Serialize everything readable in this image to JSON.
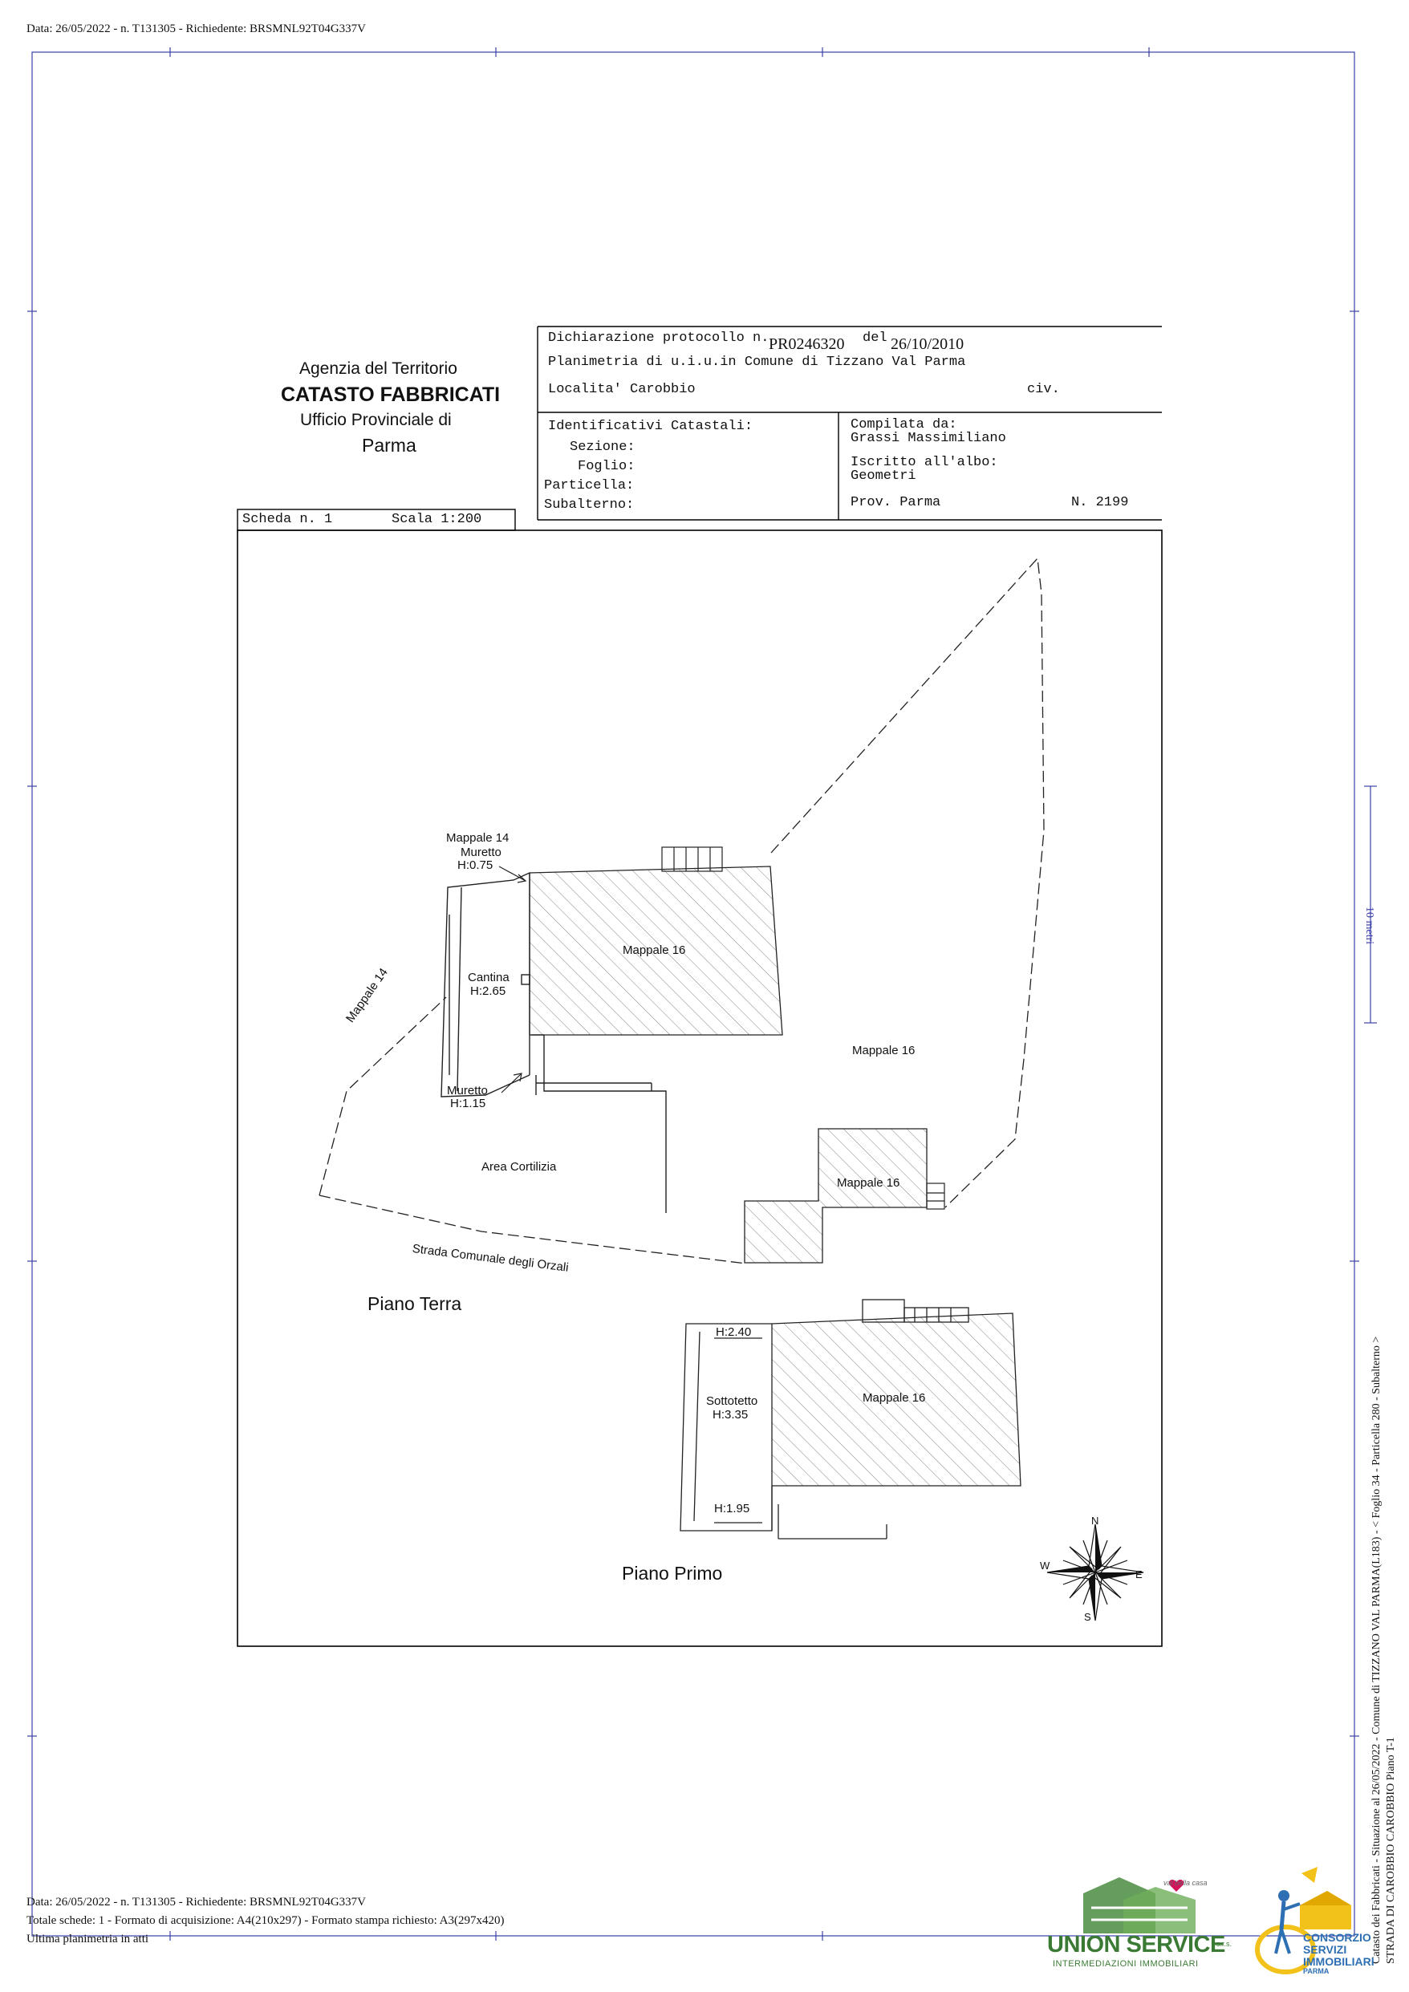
{
  "top_line": "Data: 26/05/2022 - n. T131305 - Richiedente: BRSMNL92T04G337V",
  "agency": {
    "line1": "Agenzia del Territorio",
    "line2": "CATASTO FABBRICATI",
    "line3": "Ufficio Provinciale di",
    "line4": "Parma"
  },
  "declaration": {
    "protocol_label": "Dichiarazione protocollo n.",
    "protocol_value": "PR0246320",
    "date_label": "del",
    "date_value": "26/10/2010",
    "planimetria": "Planimetria di u.i.u.in Comune di Tizzano Val Parma",
    "localita": "Localita' Carobbio",
    "civ": "civ."
  },
  "identificativi": {
    "title": "Identificativi Catastali:",
    "sezione": "Sezione:",
    "foglio": "Foglio:",
    "particella": "Particella:",
    "subalterno": "Subalterno:"
  },
  "compilata": {
    "label": "Compilata da:",
    "name": "Grassi Massimiliano",
    "albo_label": "Iscritto all'albo:",
    "albo": "Geometri",
    "prov": "Prov. Parma",
    "n": "N.  2199"
  },
  "scheda": {
    "scheda": "Scheda n. 1",
    "scala": "Scala 1:200"
  },
  "plan": {
    "mappale14_top": "Mappale 14",
    "muretto1": "Muretto",
    "muretto1_h": "H:0.75",
    "mappale16_a": "Mappale 16",
    "cantina": "Cantina",
    "cantina_h": "H:2.65",
    "mappale14_diag": "Mappale 14",
    "mappale16_b": "Mappale 16",
    "muretto2": "Muretto",
    "muretto2_h": "H:1.15",
    "area": "Area Cortilizia",
    "mappale16_c": "Mappale 16",
    "strada": "Strada Comunale degli Orzali",
    "piano_terra": "Piano Terra",
    "h240": "H:2.40",
    "sottotetto": "Sottotetto",
    "sottotetto_h": "H:3.35",
    "mappale16_d": "Mappale 16",
    "h195": "H:1.95",
    "piano_primo": "Piano Primo",
    "compass": {
      "n": "N",
      "s": "S",
      "e": "E",
      "w": "W"
    }
  },
  "side": {
    "ruler": "10 metri",
    "vertical1": "Catasto dei Fabbricati - Situazione al 26/05/2022 - Comune di TIZZANO VAL PARMA(L183) - < Foglio 34 - Particella 280 - Subalterno >",
    "vertical2": "STRADA DI CAROBBIO CAROBBIO Piano T-1"
  },
  "footer": {
    "line1": "Data: 26/05/2022 - n. T131305 - Richiedente: BRSMNL92T04G337V",
    "line2": "Totale schede: 1 - Formato di acquisizione: A4(210x297)  - Formato stampa richiesto: A3(297x420)",
    "line3": "Ultima planimetria in atti"
  },
  "logos": {
    "union": "UNION SERVICE",
    "union_srl": "s.r.s.",
    "union_sub": "INTERMEDIAZIONI IMMOBILIARI",
    "union_tag": "val bella casa",
    "consorzio1": "CONSORZIO",
    "consorzio2": "SERVIZI",
    "consorzio3": "IMMOBILIARI",
    "consorzio4": "PARMA"
  },
  "colors": {
    "union_green": "#4a8c3f",
    "consorzio_blue": "#2e6fb3",
    "consorzio_yellow": "#f2c21b",
    "border_blue": "#3b3fa8"
  }
}
